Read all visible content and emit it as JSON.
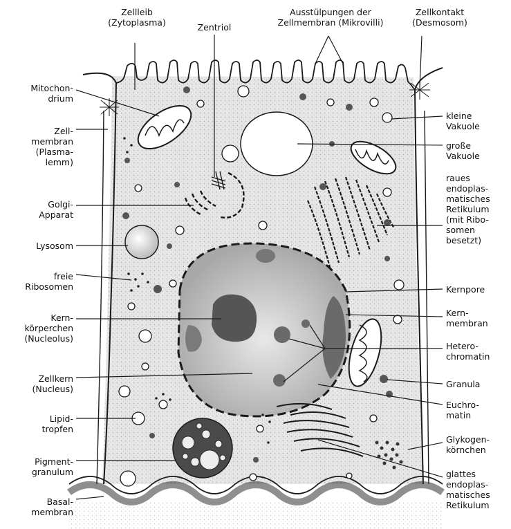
{
  "labels": {
    "zellleib": "Zellleib\n(Zytoplasma)",
    "zentriol": "Zentriol",
    "mikrovilli": "Ausstülpungen der\nZellmembran (Mikrovilli)",
    "desmosom": "Zellkontakt\n(Desmosom)",
    "mitochondrium": "Mitochon-\ndrium",
    "zellmembran": "Zell-\nmembran\n(Plasma-\nlemm)",
    "golgi": "Golgi-\nApparat",
    "lysosom": "Lysosom",
    "ribosomen": "freie\nRibosomen",
    "nucleolus": "Kern-\nkörperchen\n(Nucleolus)",
    "zellkern": "Zellkern\n(Nucleus)",
    "lipid": "Lipid-\ntropfen",
    "pigment": "Pigment-\ngranulum",
    "basal": "Basal-\nmembran",
    "kleine_vakuole": "kleine\nVakuole",
    "grosse_vakuole": "große\nVakuole",
    "raues_er": "raues\nendoplas-\nmatisches\nRetikulum\n(mit Ribo-\nsomen\nbesetzt)",
    "kernpore": "Kernpore",
    "kernmembran": "Kern-\nmembran",
    "heterochromatin": "Hetero-\nchromatin",
    "granula": "Granula",
    "euchromatin": "Euchro-\nmatin",
    "glykogen": "Glykogen-\nkörnchen",
    "glattes_er": "glattes\nendoplas-\nmatisches\nRetikulum"
  },
  "colors": {
    "cytoplasm": "#e6e6e6",
    "nucleus": "#bdbdbd",
    "nucleolus": "#555555",
    "ink": "#1a1a1a"
  }
}
